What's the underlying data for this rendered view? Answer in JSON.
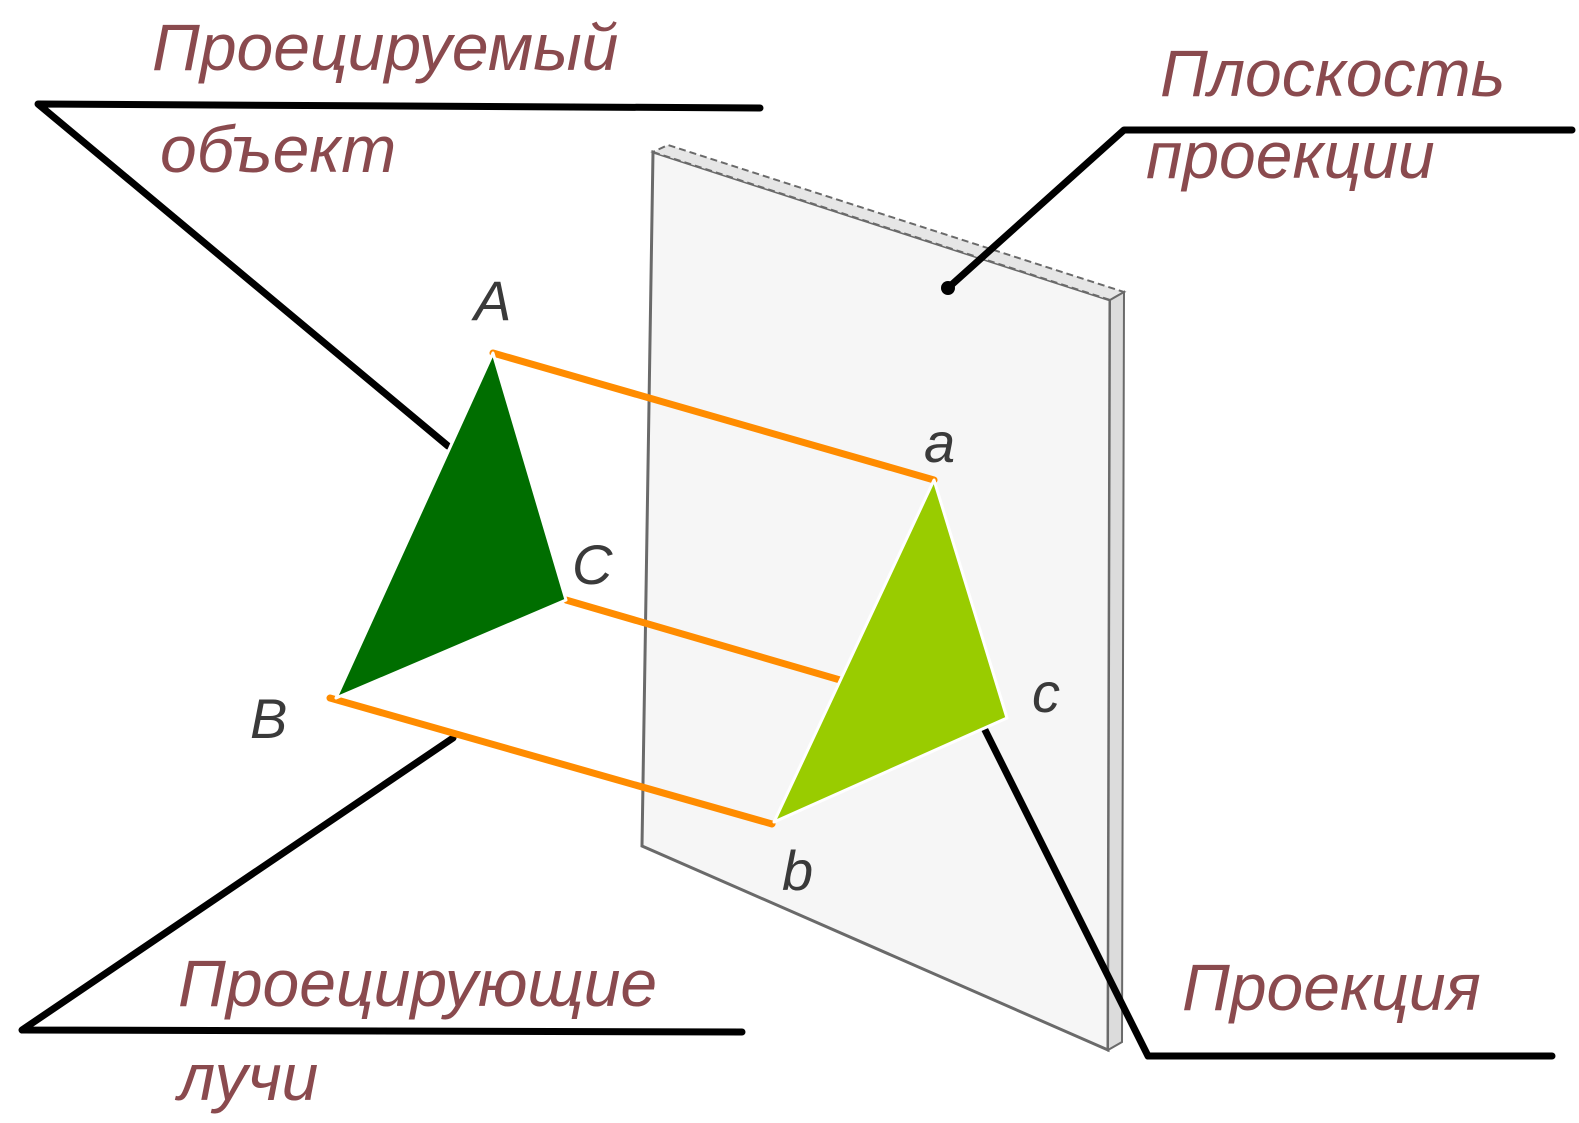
{
  "captions": {
    "object": [
      "Проецируемый",
      "объект"
    ],
    "plane": [
      "Плоскость",
      "проекции"
    ],
    "rays": [
      "Проецирующие",
      "лучи"
    ],
    "projection": "Проекция"
  },
  "vertices": {
    "A": "A",
    "B": "B",
    "C": "C",
    "a": "a",
    "b": "b",
    "c": "c"
  },
  "colors": {
    "object_fill": "#006e00",
    "projection_fill": "#99cc00",
    "ray": "#ff8c00",
    "caption": "#8a4a4e",
    "leader": "#000000"
  }
}
